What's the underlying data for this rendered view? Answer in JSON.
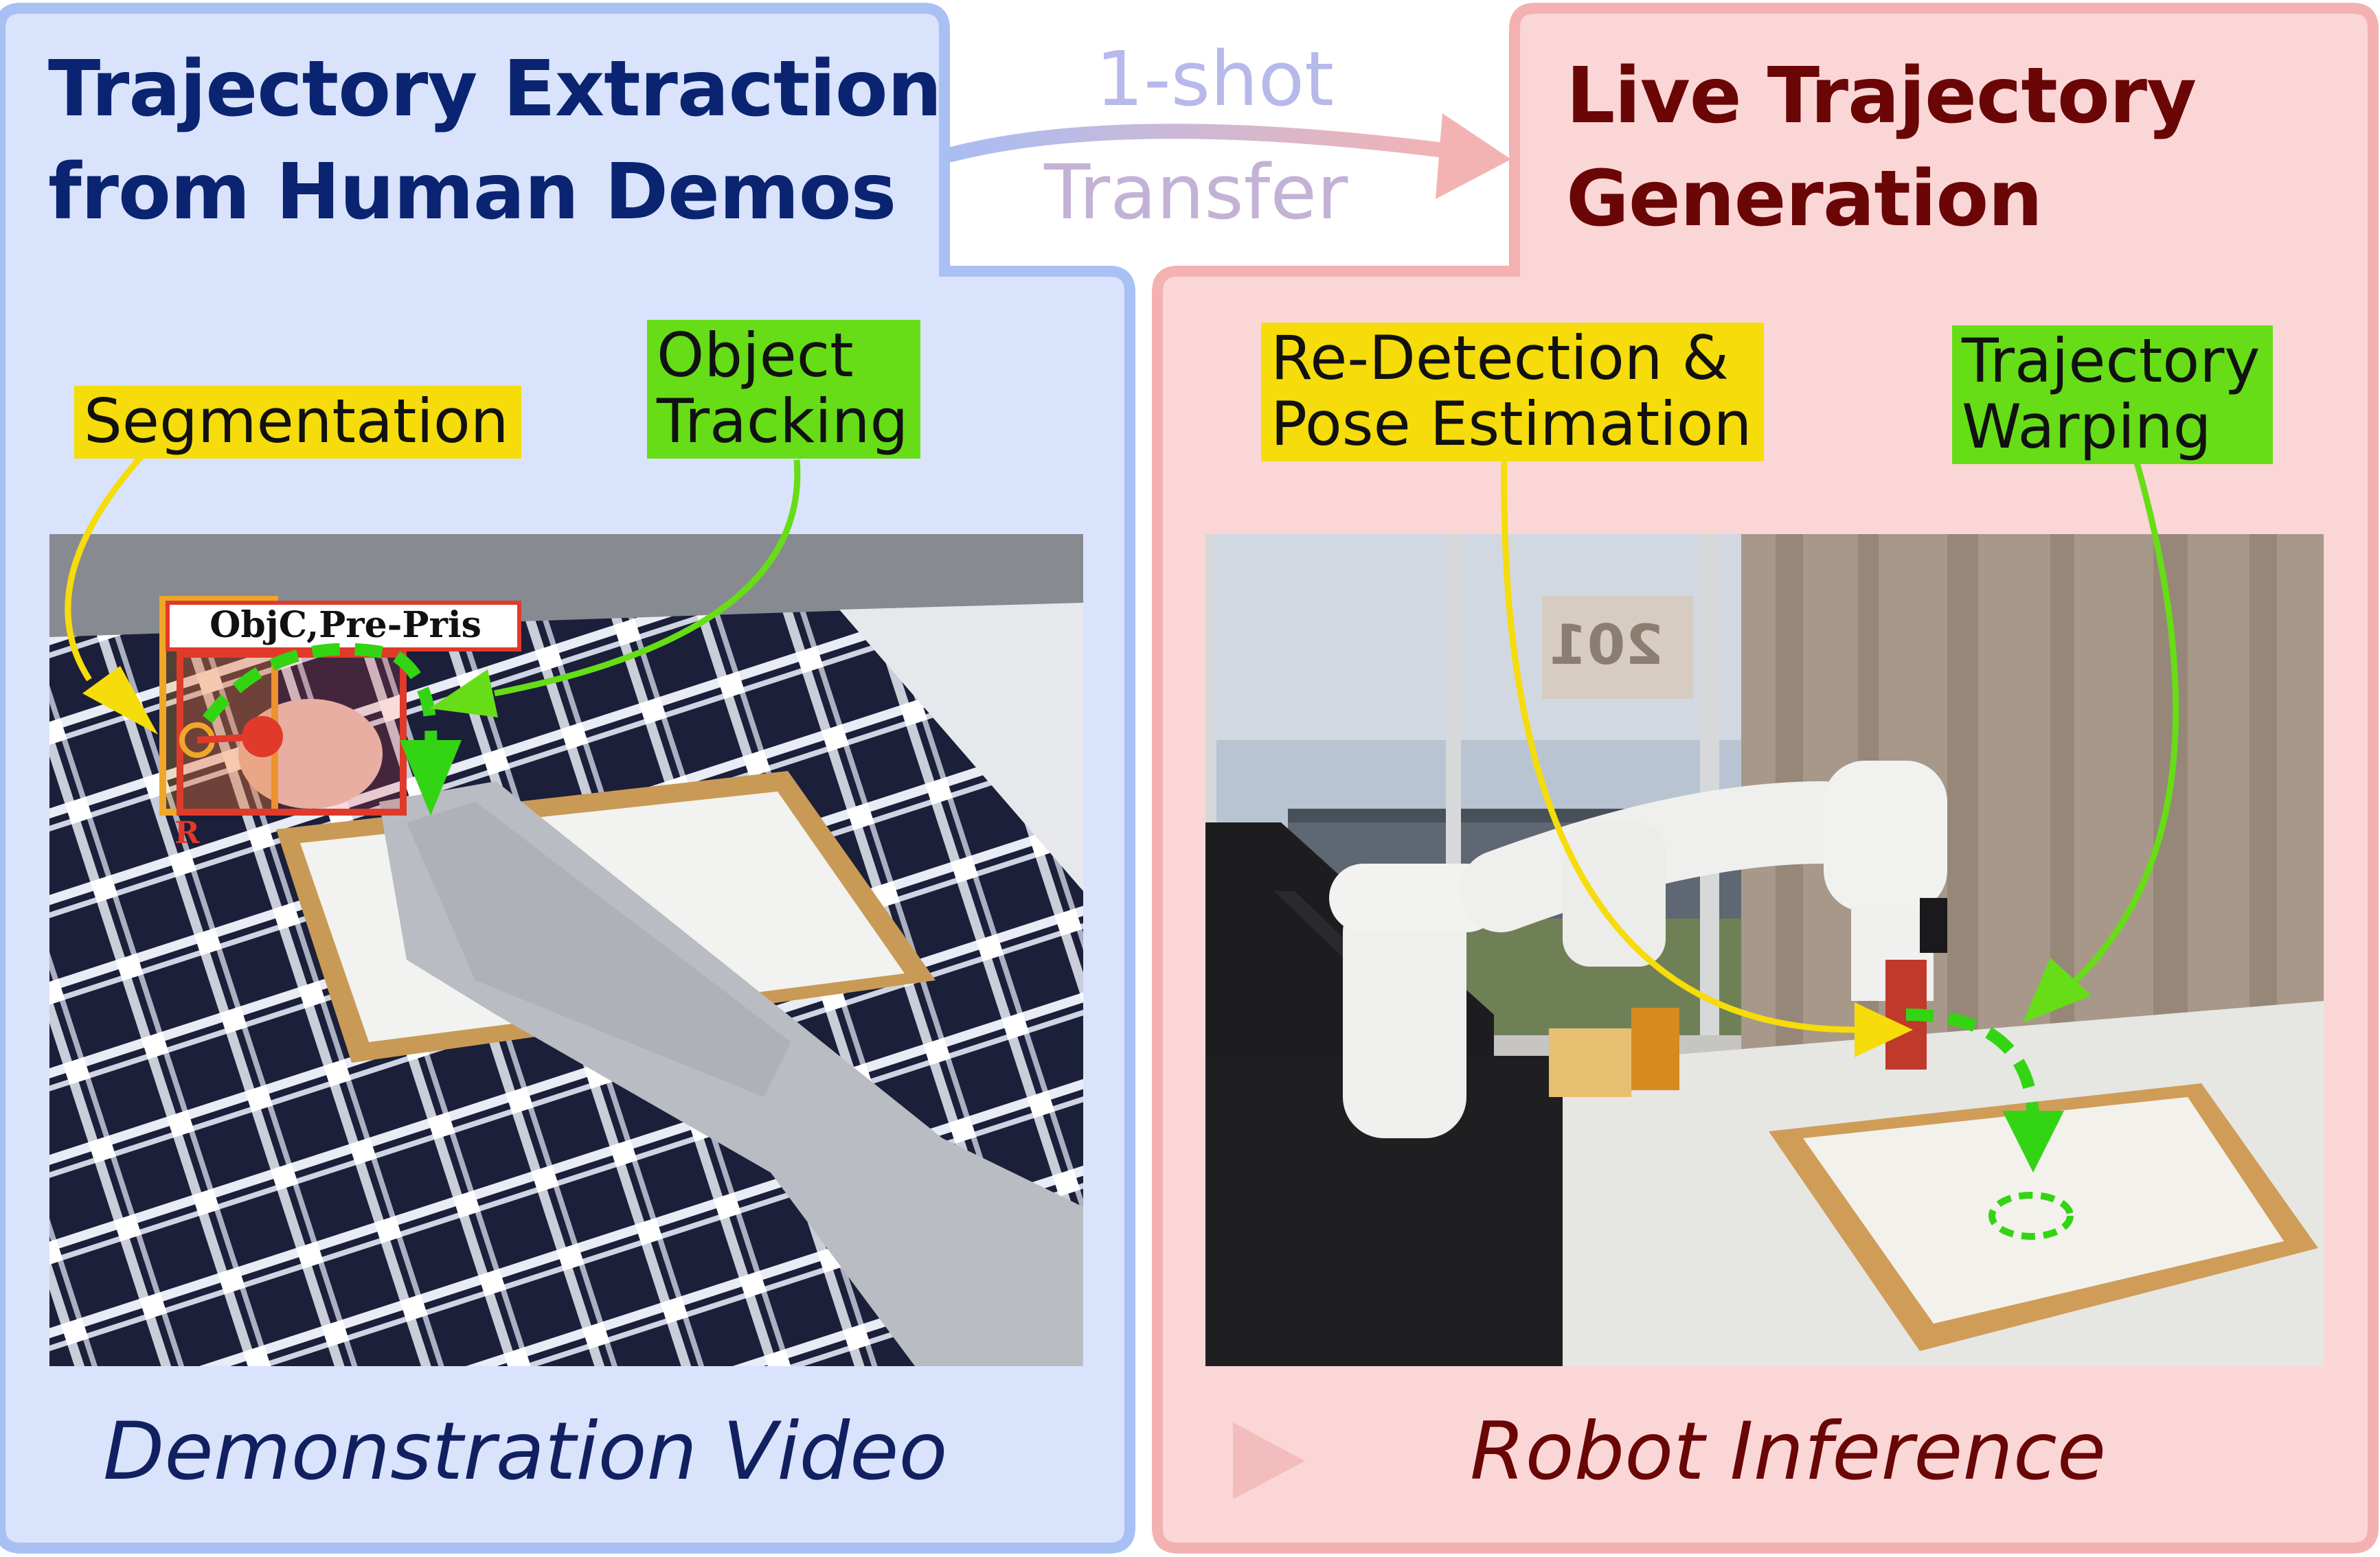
{
  "left_panel": {
    "title_line1": "Trajectory Extraction",
    "title_line2": "from Human Demos",
    "caption": "Demonstration Video",
    "tag_segmentation": "Segmentation",
    "tag_object_line1": "Object",
    "tag_object_line2": "Tracking",
    "detection_label": "ObjC,Pre-Pris",
    "hand_label": "R"
  },
  "right_panel": {
    "title_line1": "Live Trajectory",
    "title_line2": "Generation",
    "caption": "Robot Inference",
    "tag_redetection_line1": "Re-Detection &",
    "tag_redetection_line2": "Pose Estimation",
    "tag_warping_line1": "Trajectory",
    "tag_warping_line2": "Warping",
    "window_sign": "201"
  },
  "transfer": {
    "line1": "1-shot",
    "line2": "Transfer"
  },
  "colors": {
    "left_fill": "#d9e3fb",
    "left_border": "#a9c0f5",
    "right_fill": "#fbd6d6",
    "right_border": "#f4b1b1",
    "yellow": "#f5dc0a",
    "green": "#66dd16",
    "title_blue": "#0a2472",
    "title_red": "#6a0606"
  }
}
